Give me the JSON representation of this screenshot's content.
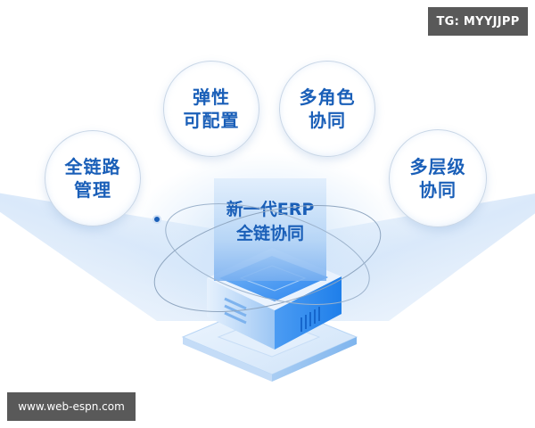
{
  "watermarks": {
    "top_right": "TG: MYYJJPP",
    "bottom_left": "www.web-espn.com"
  },
  "center": {
    "line1": "新一代ERP",
    "line2": "全链协同"
  },
  "features": [
    {
      "line1": "全链路",
      "line2": "管理"
    },
    {
      "line1": "弹性",
      "line2": "可配置"
    },
    {
      "line1": "多角色",
      "line2": "协同"
    },
    {
      "line1": "多层级",
      "line2": "协同"
    }
  ],
  "colors": {
    "text_blue": "#1a5fb8",
    "server_blue": "#2a86f0",
    "light_blue": "#cfe3f9",
    "watermark_bg": "#595959"
  },
  "icons": {
    "server": "isometric-server-icon",
    "orbit": "orbit-ring-icon",
    "orbit_node": "orbit-node-dot"
  }
}
